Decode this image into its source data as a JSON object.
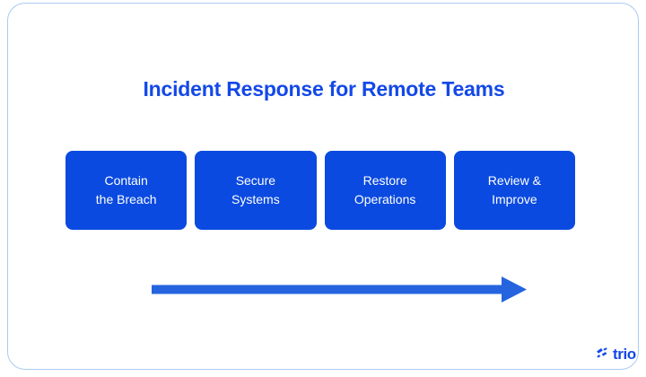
{
  "card": {
    "border_color": "#a8cbef",
    "background": "#ffffff"
  },
  "title": "Incident Response for Remote Teams",
  "title_color": "#1348e8",
  "steps": {
    "box_color": "#0a4ae0",
    "text_color": "#ffffff",
    "items": [
      {
        "label": "Contain\nthe Breach"
      },
      {
        "label": "Secure\nSystems"
      },
      {
        "label": "Restore\nOperations"
      },
      {
        "label": "Review &\nImprove"
      }
    ]
  },
  "arrow": {
    "name": "progress-arrow",
    "direction": "right",
    "color": "#2563df"
  },
  "logo": {
    "text": "trio",
    "icon": "trio-sparkle-icon",
    "color": "#1348e8"
  }
}
